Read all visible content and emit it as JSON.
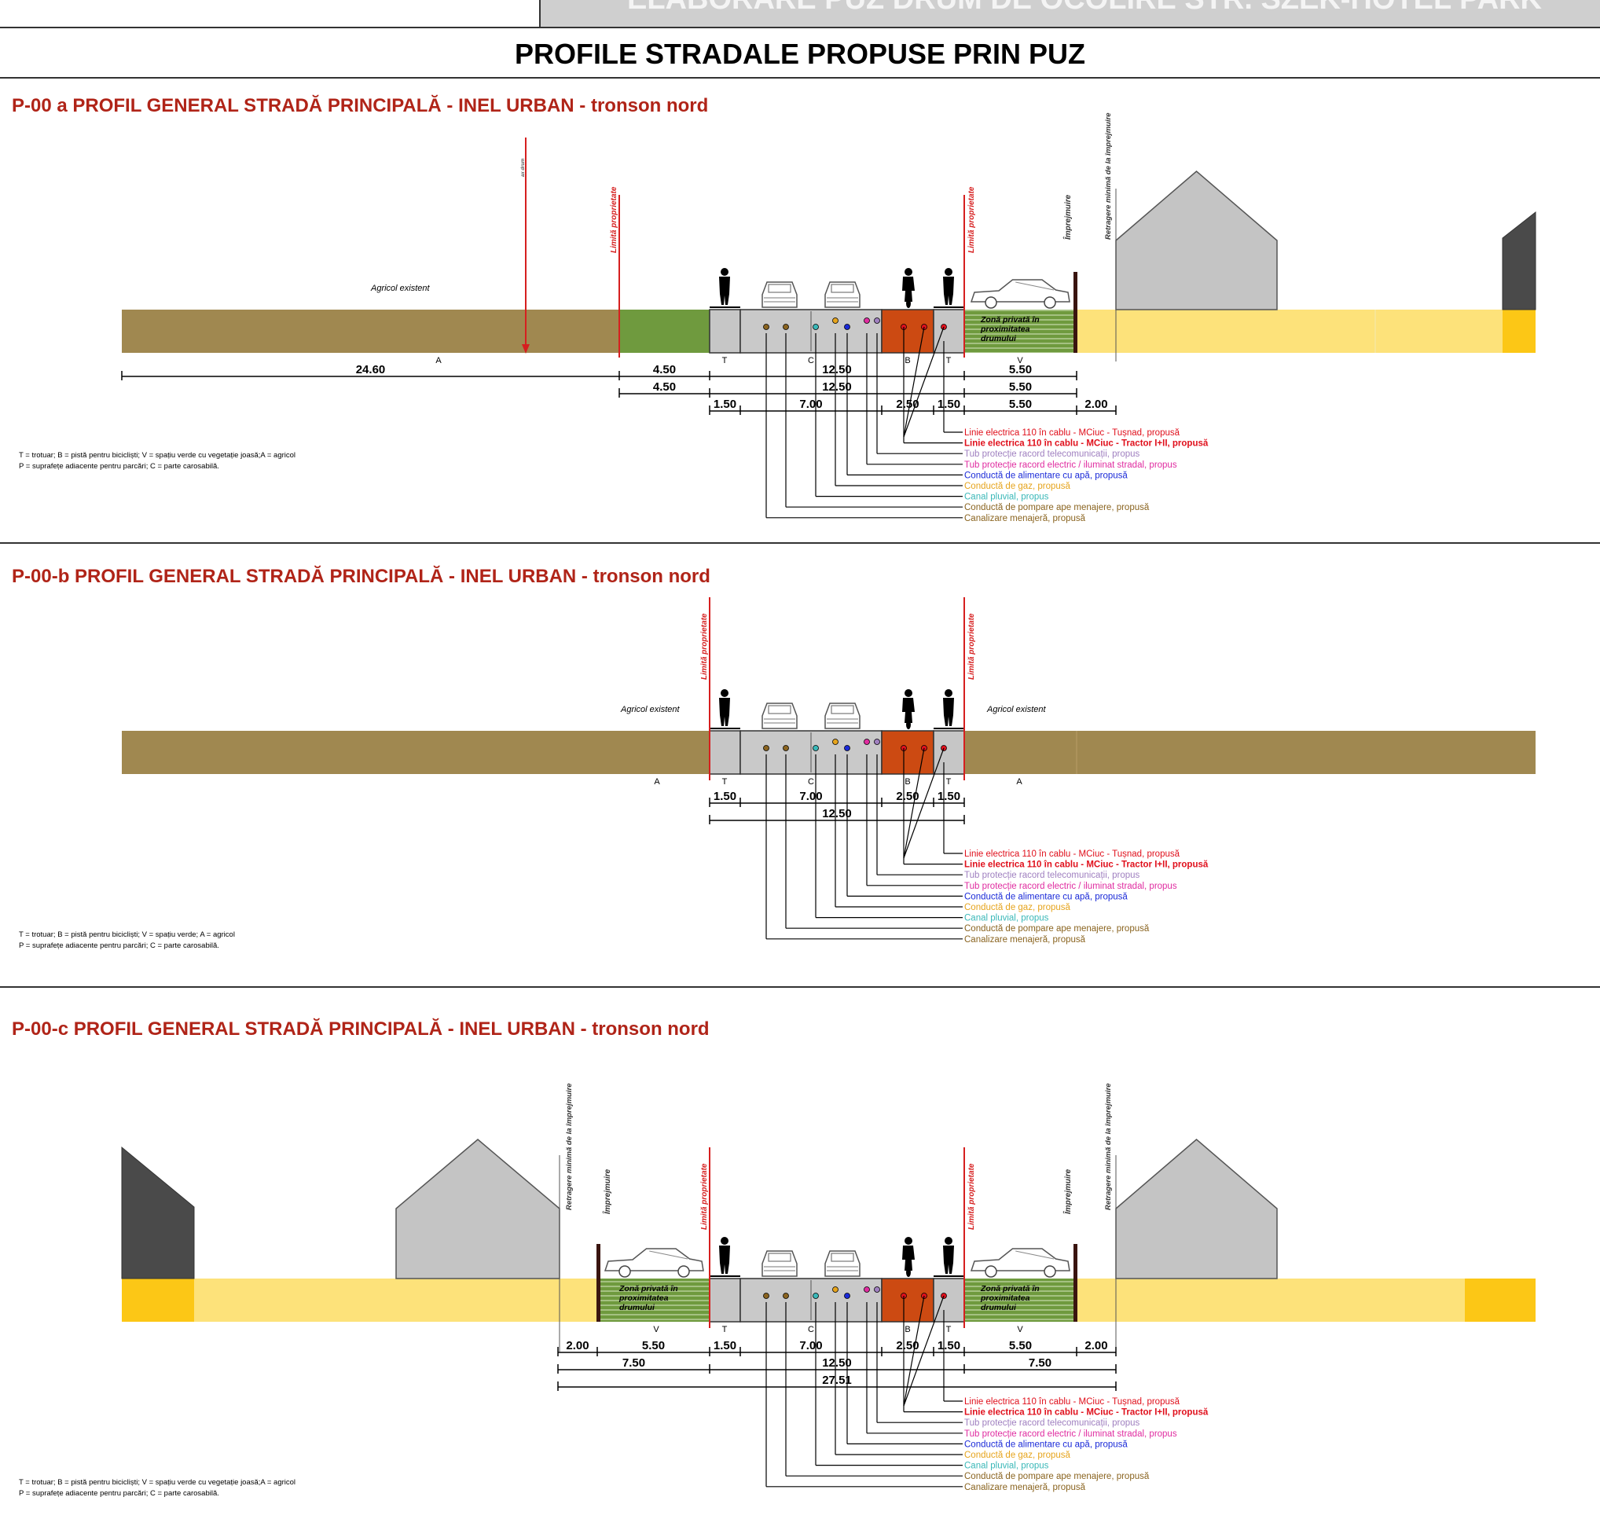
{
  "header": {
    "banner": "ELABORARE PUZ DRUM DE OCOLIRE STR. SZEK-HOTEL PARK",
    "title": "PROFILE STRADALE PROPUSE PRIN PUZ"
  },
  "colors": {
    "agricol": "#a08850",
    "green": "#6f9a3e",
    "sidewalk": "#c6c6c6",
    "roadway": "#c9c9c9",
    "bike": "#cc4a12",
    "yard": "#fde27a",
    "yard_dark": "#fcc716",
    "property_line": "#d61f1f",
    "title_red": "#b02418"
  },
  "profiles": [
    {
      "id": "a",
      "title": "P-00 a PROFIL GENERAL STRADĂ PRINCIPALĂ - INEL URBAN -  tronson nord",
      "labels": {
        "agricol": "Agricol existent",
        "axis_mark": "ax drum",
        "zona_privata": [
          "Zonă privată în",
          "proximitatea",
          "drumului"
        ],
        "limita_left": "Limită proprietate",
        "limita_right": "Limită proprietate",
        "imprejmuire": "Împrejmuire",
        "retragere": "Retragere minimă de la împrejmuire"
      },
      "zone_letters": [
        "A",
        "T",
        "C",
        "B",
        "T",
        "V"
      ],
      "dimensions": {
        "row1": [
          "24.60",
          "4.50",
          "12.50",
          "5.50"
        ],
        "row2": [
          "4.50",
          "12.50",
          "5.50"
        ],
        "row3": [
          "1.50",
          "7.00",
          "2.50",
          "1.50",
          "5.50",
          "2.00"
        ]
      },
      "legend": [
        "T = trotuar; B = pistă pentru bicicliști;      V = spațiu verde cu vegetație joasă;A = agricol",
        "P = suprafețe adiacente pentru parcări;          C = parte carosabilă."
      ]
    },
    {
      "id": "b",
      "title": "P-00-b PROFIL GENERAL STRADĂ PRINCIPALĂ - INEL URBAN - tronson nord",
      "labels": {
        "agricol_left": "Agricol existent",
        "agricol_right": "Agricol existent",
        "limita_left": "Limită proprietate",
        "limita_right": "Limită proprietate"
      },
      "zone_letters": [
        "A",
        "T",
        "C",
        "B",
        "T",
        "A"
      ],
      "dimensions": {
        "row1": [
          "1.50",
          "7.00",
          "2.50",
          "1.50"
        ],
        "row2": [
          "12.50"
        ]
      },
      "legend": [
        "T = trotuar; B = pistă pentru bicicliști;      V = spațiu verde;  A = agricol",
        "P = suprafețe adiacente pentru parcări;          C = parte carosabilă."
      ]
    },
    {
      "id": "c",
      "title": "P-00-c PROFIL GENERAL STRADĂ PRINCIPALĂ - INEL URBAN - tronson nord",
      "labels": {
        "zona_privata": [
          "Zonă privată în",
          "proximitatea",
          "drumului"
        ],
        "limita_left": "Limită proprietate",
        "limita_right": "Limită proprietate",
        "imprejmuire": "Împrejmuire",
        "retragere": "Retragere minimă de la împrejmuire"
      },
      "zone_letters": [
        "V",
        "T",
        "C",
        "B",
        "T",
        "V"
      ],
      "dimensions": {
        "row1": [
          "2.00",
          "5.50",
          "1.50",
          "7.00",
          "2.50",
          "1.50",
          "5.50",
          "2.00"
        ],
        "row2": [
          "7.50",
          "12.50",
          "7.50"
        ],
        "row3": [
          "27.51"
        ]
      },
      "legend": [
        "T = trotuar; B = pistă pentru bicicliști;      V = spațiu verde cu vegetație joasă;A = agricol",
        "P = suprafețe adiacente pentru parcări;          C = parte carosabilă."
      ]
    }
  ],
  "utilities": [
    {
      "label": "Linie electrica 110 în cablu - MCiuc - Tușnad, propusă",
      "color": "#e0101c"
    },
    {
      "label": "Linie electrica 110 în cablu - MCiuc - Tractor I+II, propusă",
      "color": "#e0101c"
    },
    {
      "label": "Tub protecție racord telecomunicații, propus",
      "color": "#a080c0"
    },
    {
      "label": "Tub protecție racord electric / iluminat stradal, propus",
      "color": "#e02ca0"
    },
    {
      "label": "Conductă de alimentare cu apă, propusă",
      "color": "#1a2ad8"
    },
    {
      "label": "Conductă de gaz, propusă",
      "color": "#e6a41c"
    },
    {
      "label": "Canal pluvial, propus",
      "color": "#3ab8b8"
    },
    {
      "label": "Conductă de pompare ape menajere, propusă",
      "color": "#8a6420"
    },
    {
      "label": "Canalizare menajeră, propusă",
      "color": "#8a6420"
    }
  ]
}
